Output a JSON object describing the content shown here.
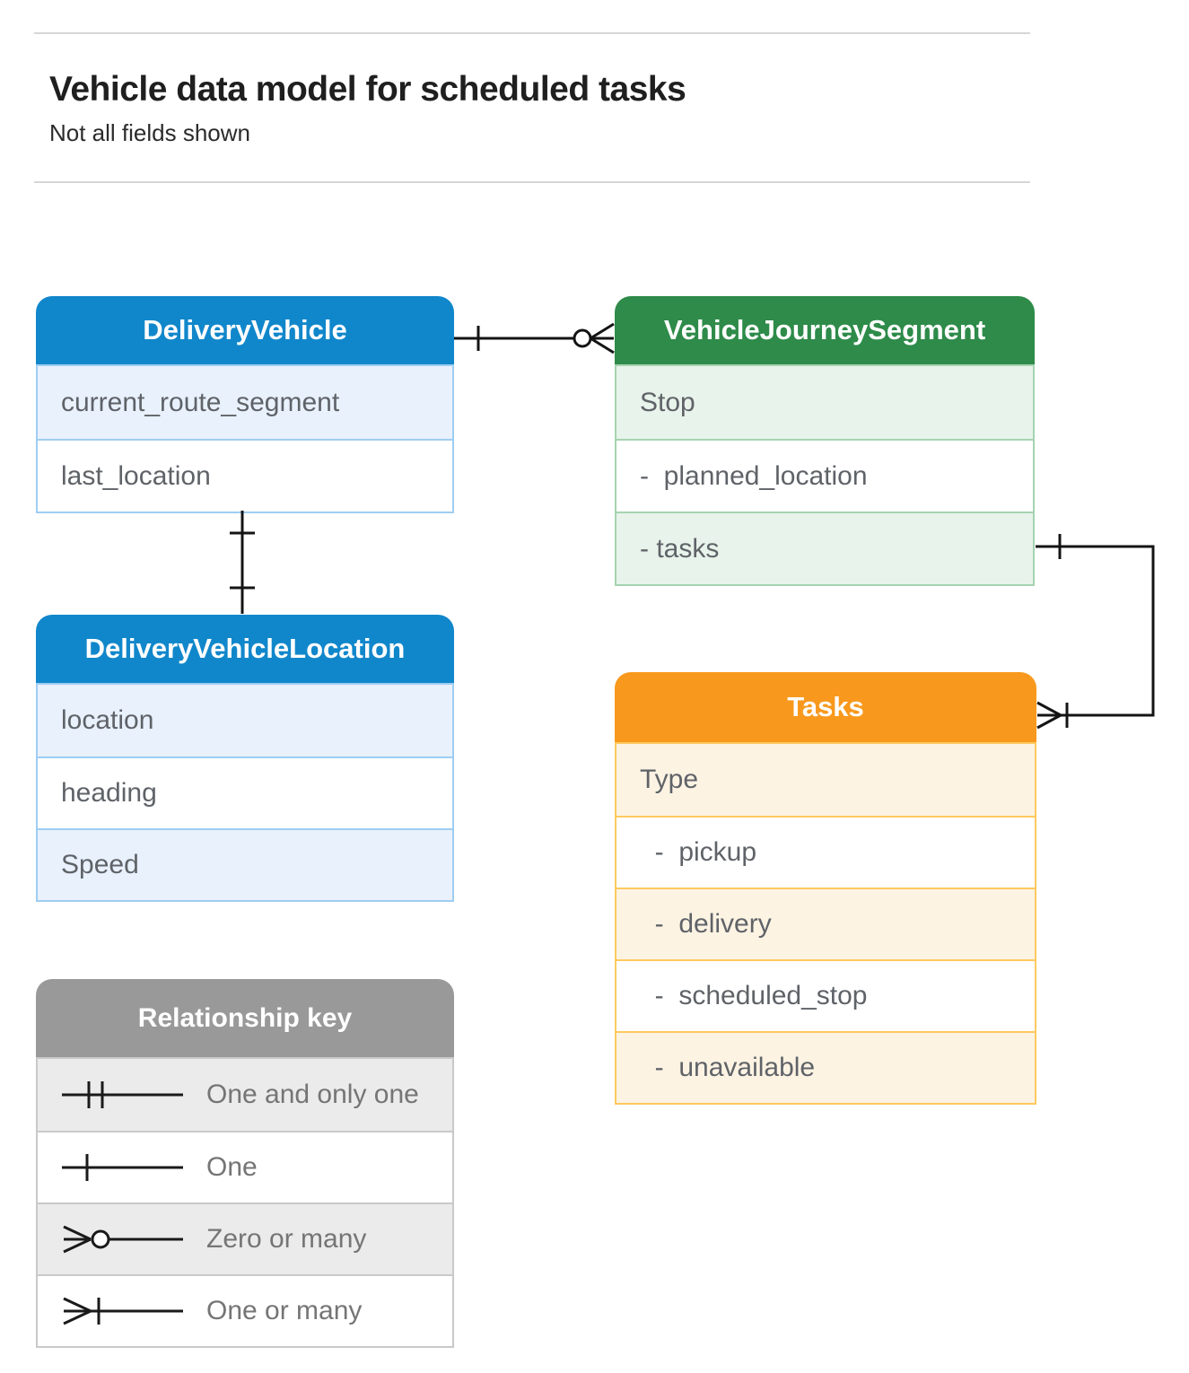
{
  "page": {
    "title": "Vehicle data model for scheduled tasks",
    "subtitle": "Not all fields shown"
  },
  "entities": [
    {
      "id": "delivery-vehicle",
      "title": "DeliveryVehicle",
      "theme_color": "#1187cb",
      "rows": [
        "current_route_segment",
        "last_location"
      ]
    },
    {
      "id": "vehicle-journey-segment",
      "title": "VehicleJourneySegment",
      "theme_color": "#2e8b49",
      "rows": [
        "Stop",
        "-  planned_location",
        "- tasks"
      ]
    },
    {
      "id": "delivery-vehicle-location",
      "title": "DeliveryVehicleLocation",
      "theme_color": "#1187cb",
      "rows": [
        "location",
        "heading",
        "Speed"
      ]
    },
    {
      "id": "tasks",
      "title": "Tasks",
      "theme_color": "#f8991d",
      "rows": [
        "Type",
        "  -  pickup",
        "  -  delivery",
        "  -  scheduled_stop",
        "  -  unavailable"
      ]
    }
  ],
  "relationships": [
    {
      "from": "DeliveryVehicle",
      "to": "VehicleJourneySegment",
      "from_cardinality": "one",
      "to_cardinality": "zero-or-many"
    },
    {
      "from": "DeliveryVehicle",
      "to": "DeliveryVehicleLocation",
      "from_cardinality": "one",
      "to_cardinality": "one"
    },
    {
      "from": "VehicleJourneySegment (tasks)",
      "to": "Tasks",
      "from_cardinality": "one",
      "to_cardinality": "one-or-many"
    }
  ],
  "legend": {
    "title": "Relationship key",
    "items": [
      {
        "symbol": "one-and-only-one",
        "label": "One and only one"
      },
      {
        "symbol": "one",
        "label": "One"
      },
      {
        "symbol": "zero-or-many",
        "label": "Zero or many"
      },
      {
        "symbol": "one-or-many",
        "label": "One or many"
      }
    ]
  },
  "colors": {
    "blue_header": "#1187cb",
    "blue_row_tint": "#e8f1fc",
    "blue_border": "#9fcdf2",
    "green_header": "#2e8b49",
    "green_row_tint": "#e8f3eb",
    "green_border": "#a6d3b0",
    "orange_header": "#f8991d",
    "orange_row_tint": "#fdf3e3",
    "orange_border": "#ffc95e",
    "gray_header": "#999999",
    "gray_row_tint": "#ebebeb",
    "row_text": "#5f6368",
    "connector": "#141414"
  }
}
